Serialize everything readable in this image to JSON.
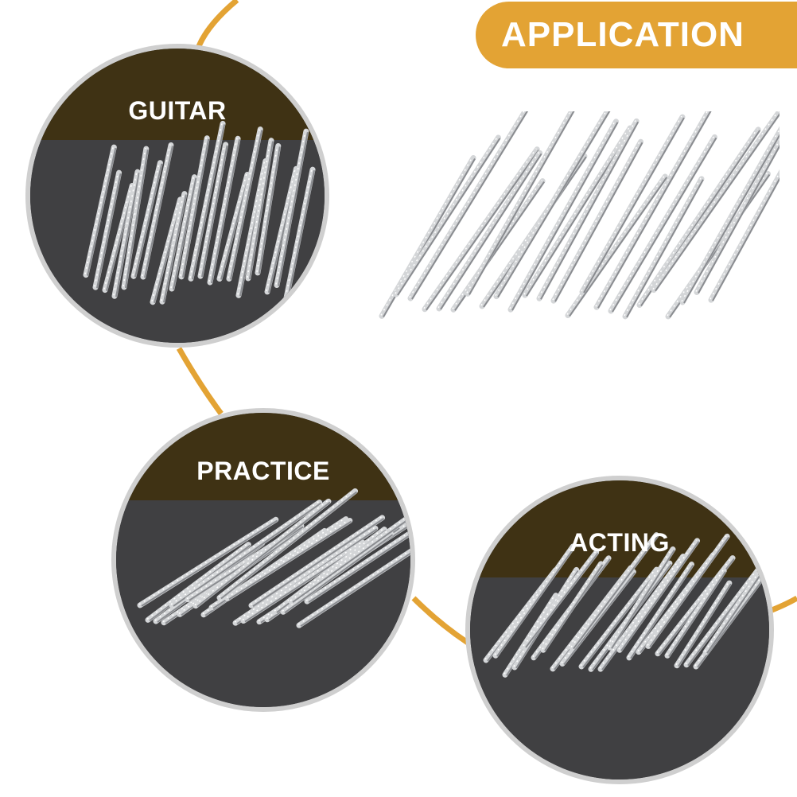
{
  "banner": {
    "title": "APPLICATION"
  },
  "circles": [
    {
      "label": "GUITAR"
    },
    {
      "label": "PRACTICE"
    },
    {
      "label": "ACTING"
    }
  ],
  "colors": {
    "accent": "#e3a334",
    "circle_ring": "#cfcfcf",
    "circle_background": "#3a3a3c",
    "label_band": "#3f3214",
    "fret_metal": "#d4d6d8"
  },
  "images": {
    "main": "fret-wire-bundle",
    "guitar": "fret-wire-bundle",
    "practice": "fret-wire-bundle",
    "acting": "fret-wire-bundle"
  }
}
